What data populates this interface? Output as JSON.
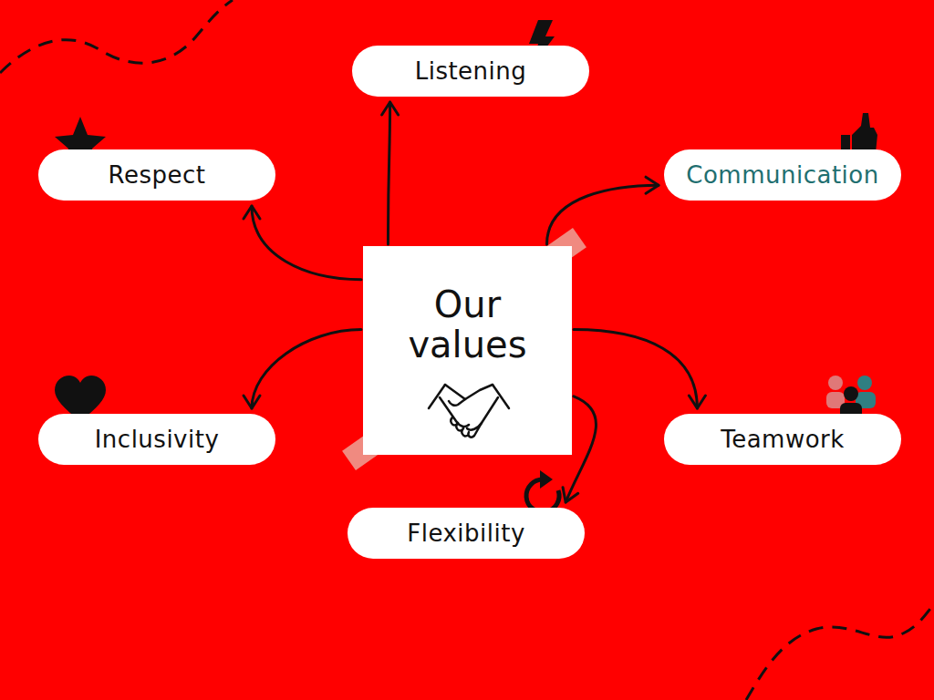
{
  "diagram": {
    "nodes": [
      {
        "text": [
          "Listening"
        ]
      },
      {
        "text": [
          "Respect"
        ]
      },
      {
        "text": [
          "Communication"
        ]
      },
      {
        "text": [
          "Our values"
        ]
      },
      {
        "text": [
          "Inclusivity"
        ]
      },
      {
        "text": [
          "Teamwork"
        ]
      },
      {
        "text": [
          "Flexibility"
        ]
      }
    ],
    "edges": [
      {
        "from": 3,
        "to": 0,
        "arrow": "to"
      },
      {
        "from": 3,
        "to": 1,
        "arrow": "to"
      },
      {
        "from": 3,
        "to": 2,
        "arrow": "to"
      },
      {
        "from": 3,
        "to": 4,
        "arrow": "to"
      },
      {
        "from": 3,
        "to": 5,
        "arrow": "to"
      },
      {
        "from": 3,
        "to": 6,
        "arrow": "to"
      }
    ]
  }
}
